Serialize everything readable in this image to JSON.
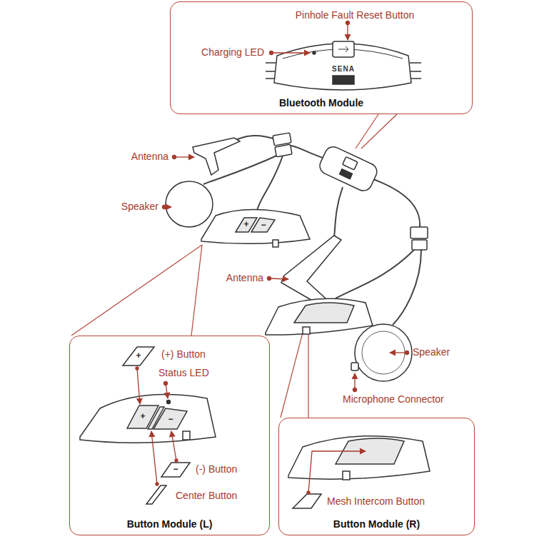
{
  "diagram": {
    "nodes": [
      {
        "text": [
          "Bluetooth Module"
        ]
      },
      {
        "text": [
          "Button Module (L)"
        ]
      },
      {
        "text": [
          "Button Module (R)"
        ]
      }
    ],
    "labels": [
      "Pinhole Fault Reset Button",
      "Charging LED",
      "SENA",
      "Antenna",
      "Speaker",
      "+",
      "−",
      "Antenna",
      "Speaker",
      "Microphone Connector",
      "+",
      "(+) Button",
      "Status LED",
      "+",
      "−",
      "−",
      "(-) Button",
      "Center Button",
      "Mesh Intercom Button"
    ]
  }
}
